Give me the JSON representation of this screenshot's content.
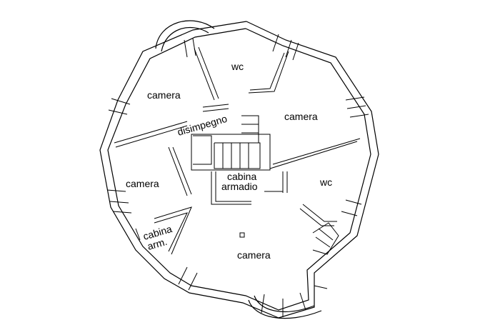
{
  "rooms": {
    "camera_top_left": "camera",
    "wc_top": "wc",
    "camera_right": "camera",
    "disimpegno": "disimpegno",
    "camera_left": "camera",
    "cabina_armadio_line1": "cabina",
    "cabina_armadio_line2": "armadio",
    "wc_right": "wc",
    "cabina_arm_line1": "cabina",
    "cabina_arm_line2": "arm.",
    "camera_bottom": "camera"
  }
}
